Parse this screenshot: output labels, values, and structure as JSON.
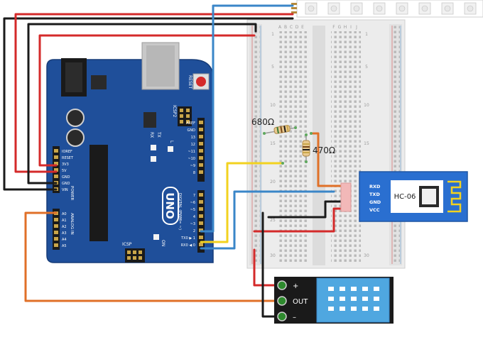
{
  "arduino": {
    "logo": "UNO",
    "reset_label": "RESET",
    "icsp2_label": "ICSP2",
    "icsp_label": "ICSP",
    "tx_label": "TX",
    "rx_label": "RX",
    "l_label": "L",
    "on_label": "ON",
    "digital_label": "DIGITAL (PWM= ~)",
    "power_label": "POWER",
    "analog_label": "ANALOG IN",
    "power_pins": [
      "IOREF",
      "RESET",
      "3V3",
      "5V",
      "GND",
      "GND",
      "VIN"
    ],
    "analog_pins": [
      "A0",
      "A1",
      "A2",
      "A3",
      "A4",
      "A5"
    ],
    "digital_pins": [
      "AREF",
      "GND",
      "13",
      "12",
      "~11",
      "~10",
      "~9",
      "8",
      "7",
      "~6",
      "~5",
      "4",
      "~3",
      "2",
      "TX0 ▶ 1",
      "RX0 ◀ 0"
    ]
  },
  "breadboard": {
    "columns_left": [
      "A",
      "B",
      "C",
      "D",
      "E"
    ],
    "columns_right": [
      "F",
      "G",
      "H",
      "I",
      "J"
    ],
    "row_numbers": [
      "1",
      "5",
      "10",
      "15",
      "20",
      "25",
      "30"
    ]
  },
  "resistors": {
    "r1_label": "680Ω",
    "r2_label": "470Ω"
  },
  "bluetooth": {
    "name": "HC-06",
    "pins": [
      "RXD",
      "TXD",
      "GND",
      "VCC"
    ]
  },
  "dht": {
    "plus": "+",
    "out": "OUT",
    "minus": "–"
  },
  "colors": {
    "board": "#1f4f9a",
    "wire_red": "#d42a2a",
    "wire_black": "#1a1a1a",
    "wire_blue": "#3a86c8",
    "wire_yellow": "#f2d21f",
    "wire_orange": "#e07028",
    "bt_module": "#2a6fd0",
    "dht_body": "#4fa7e0"
  }
}
